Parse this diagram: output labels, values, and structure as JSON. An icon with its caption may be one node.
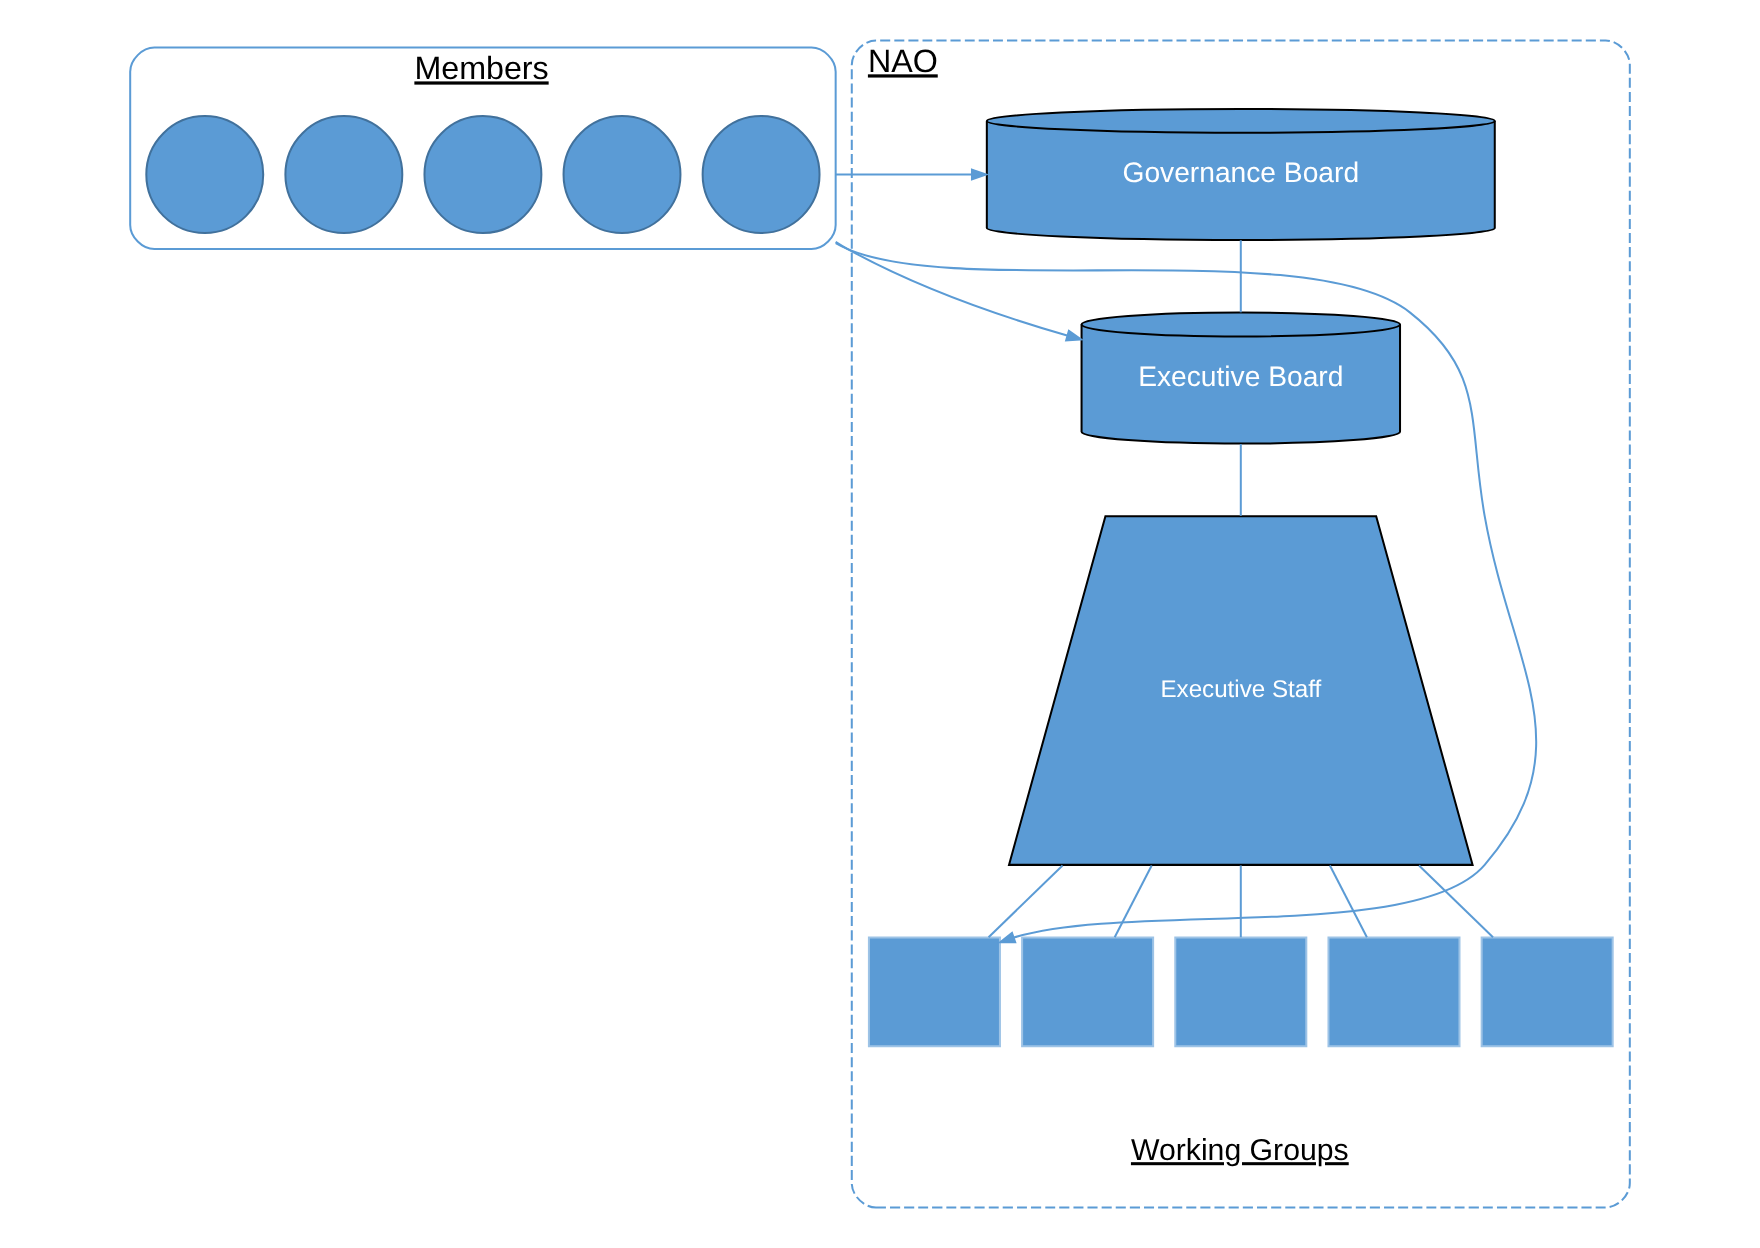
{
  "diagram": {
    "nodes": [
      {
        "text": [
          "Members"
        ]
      },
      {
        "text": [],
        "shape": "circle",
        "in": 0
      },
      {
        "text": [],
        "shape": "circle",
        "in": 0
      },
      {
        "text": [],
        "shape": "circle",
        "in": 0
      },
      {
        "text": [],
        "shape": "circle",
        "in": 0
      },
      {
        "text": [],
        "shape": "circle",
        "in": 0
      },
      {
        "text": [
          "NAO"
        ]
      },
      {
        "text": [
          "Governance Board"
        ],
        "in": 6
      },
      {
        "text": [
          "Executive Board"
        ],
        "in": 6
      },
      {
        "text": [
          "Executive Staff"
        ],
        "in": 6
      },
      {
        "text": [],
        "shape": "box",
        "in": 6
      },
      {
        "text": [],
        "shape": "box",
        "in": 6
      },
      {
        "text": [],
        "shape": "box",
        "in": 6
      },
      {
        "text": [],
        "shape": "box",
        "in": 6
      },
      {
        "text": [],
        "shape": "box",
        "in": 6
      },
      {
        "text": [
          "Working Groups"
        ],
        "in": 6
      }
    ],
    "edges": [
      {
        "from": 0,
        "to": 7,
        "arrow": "to"
      },
      {
        "from": 0,
        "to": 8,
        "arrow": "to"
      },
      {
        "from": 0,
        "to": 10,
        "arrow": "to"
      },
      {
        "from": 7,
        "to": 8,
        "arrow": "none"
      },
      {
        "from": 8,
        "to": 9,
        "arrow": "none"
      },
      {
        "from": 9,
        "to": 10,
        "arrow": "none"
      },
      {
        "from": 9,
        "to": 11,
        "arrow": "none"
      },
      {
        "from": 9,
        "to": 12,
        "arrow": "none"
      },
      {
        "from": 9,
        "to": 13,
        "arrow": "none"
      },
      {
        "from": 9,
        "to": 14,
        "arrow": "none"
      }
    ]
  }
}
